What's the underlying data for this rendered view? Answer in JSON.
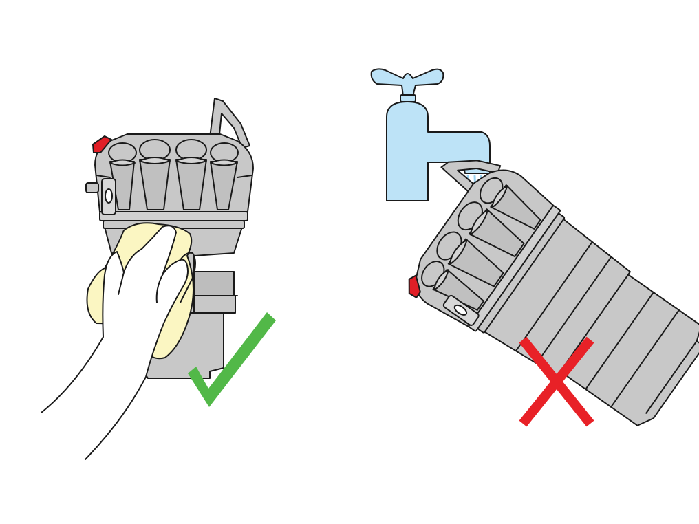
{
  "colors": {
    "background": "#ffffff",
    "outline": "#1a1a1a",
    "body_grey": "#c8c8c8",
    "body_grey_light": "#d4d4d4",
    "body_grey_dark": "#bdbdbd",
    "release_red": "#e01e26",
    "cloth_yellow": "#fbf6c2",
    "tap_blue": "#bde3f7",
    "water_blue": "#9cd2f0",
    "check_green": "#52b848",
    "cross_red": "#e82127"
  },
  "panels": [
    {
      "id": "wipe-with-cloth",
      "verdict": "correct",
      "verdict_icon": "check-mark-icon"
    },
    {
      "id": "rinse-under-tap",
      "verdict": "incorrect",
      "verdict_icon": "cross-mark-icon"
    }
  ]
}
